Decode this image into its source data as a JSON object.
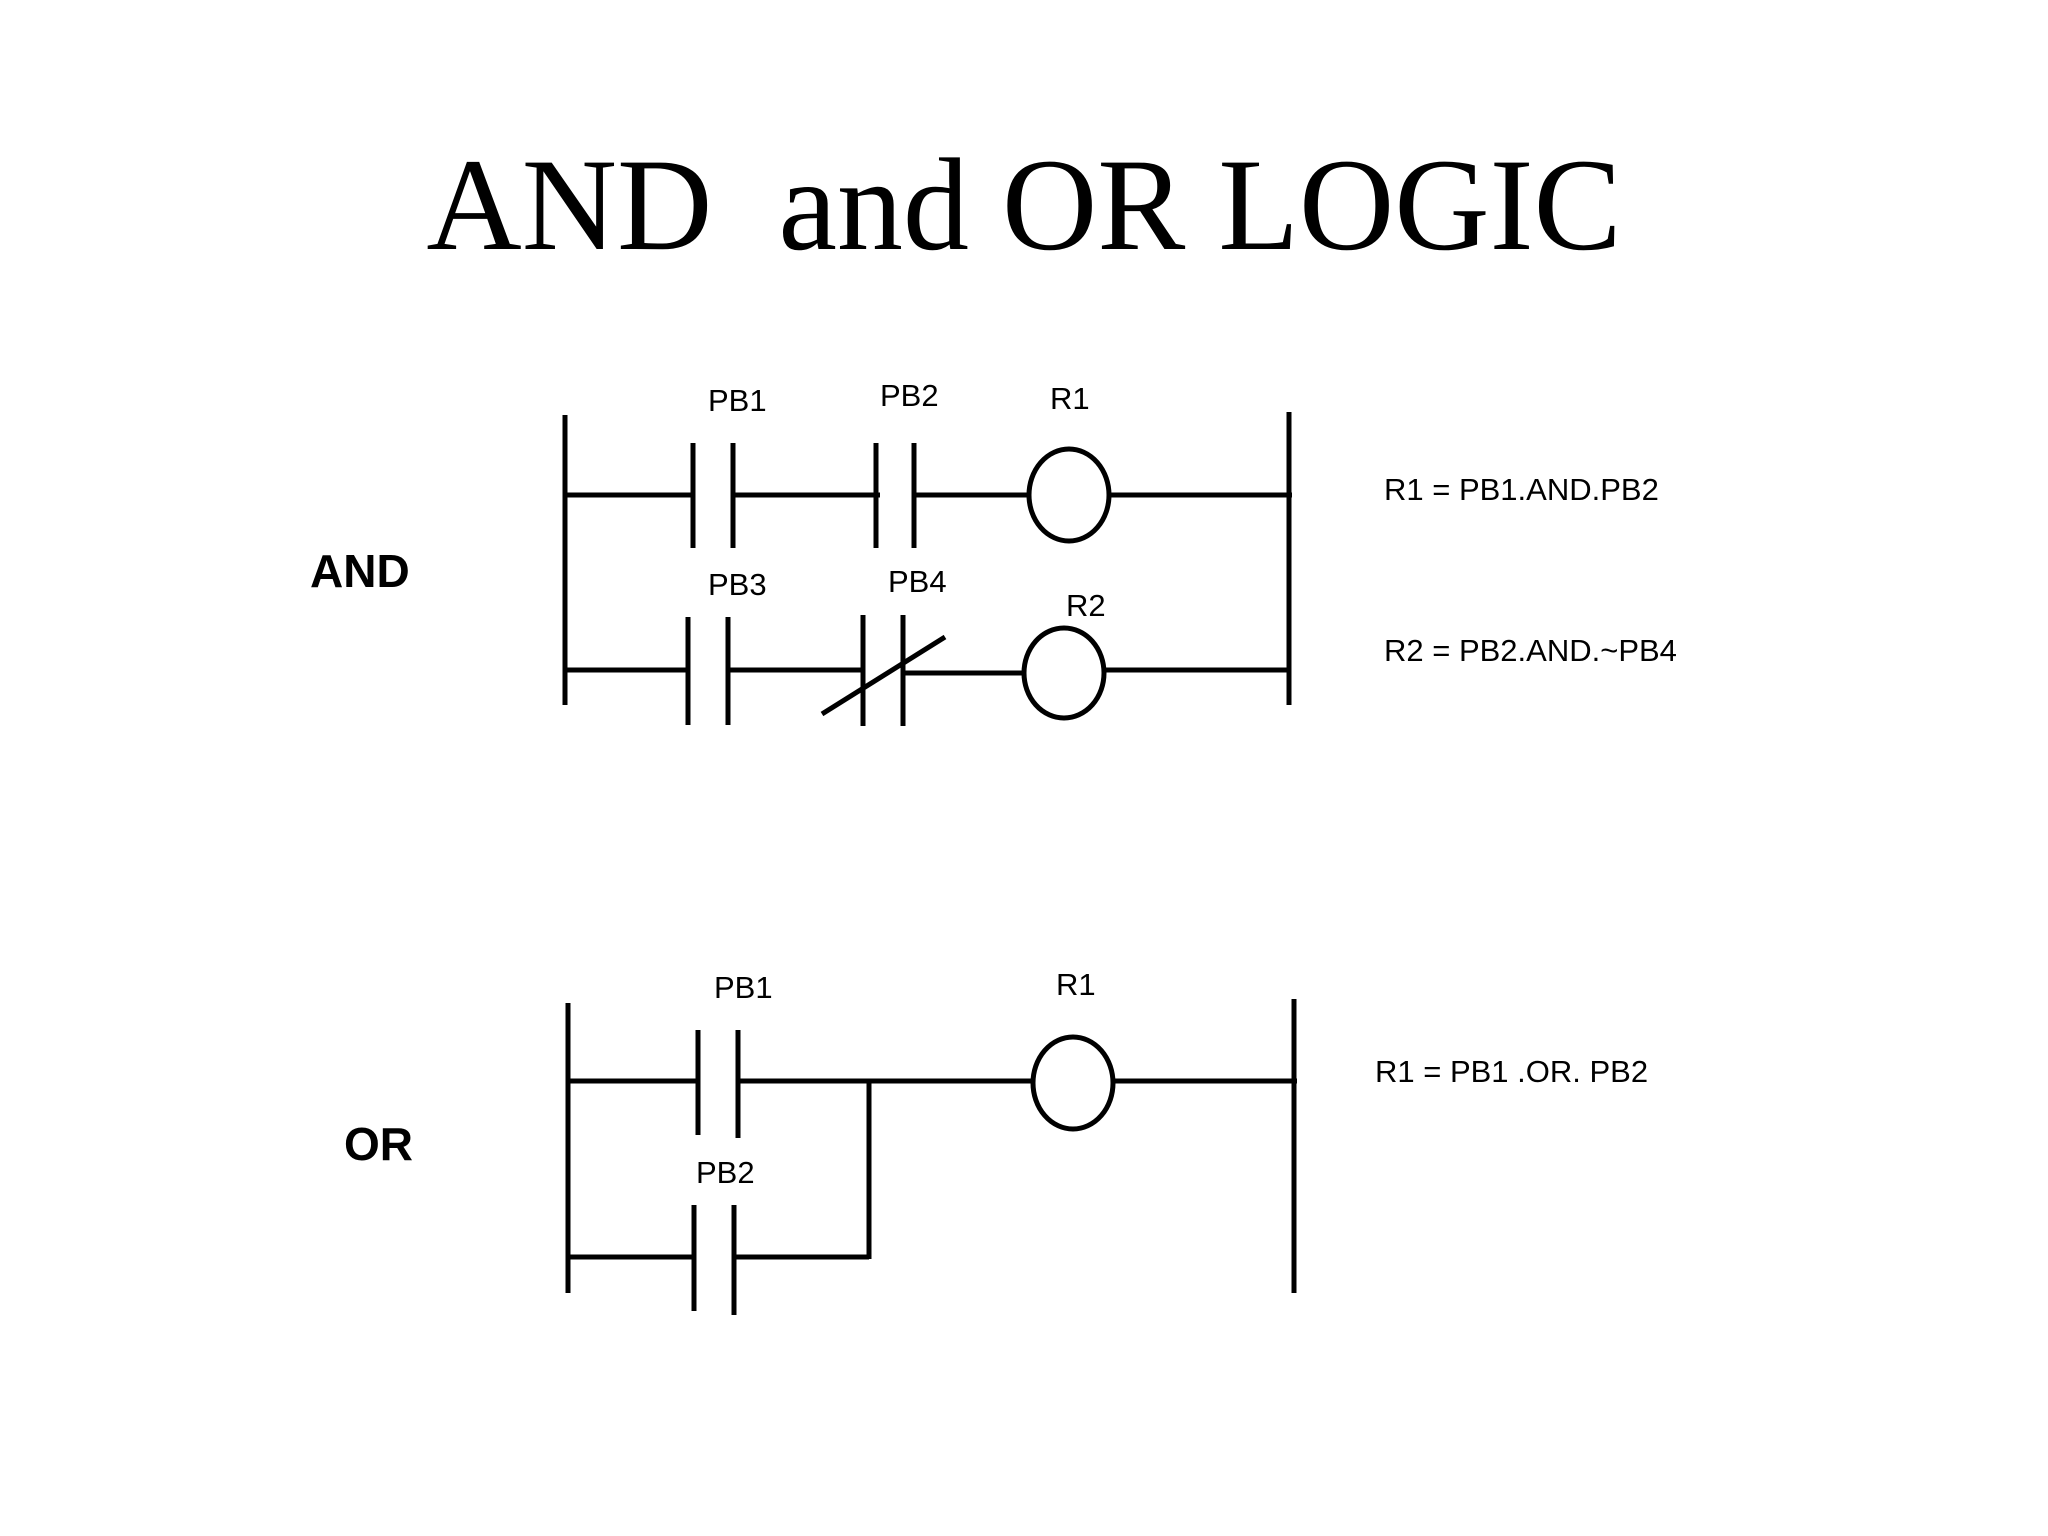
{
  "title": "AND  and OR LOGIC",
  "and_section": {
    "label": "AND",
    "rung1": {
      "contact1": "PB1",
      "contact2": "PB2",
      "coil": "R1",
      "equation": "R1 = PB1.AND.PB2"
    },
    "rung2": {
      "contact1": "PB3",
      "contact2": "PB4",
      "coil": "R2",
      "equation": "R2 = PB2.AND.~PB4"
    }
  },
  "or_section": {
    "label": "OR",
    "contact1": "PB1",
    "contact2": "PB2",
    "coil": "R1",
    "equation": "R1 = PB1 .OR. PB2"
  }
}
